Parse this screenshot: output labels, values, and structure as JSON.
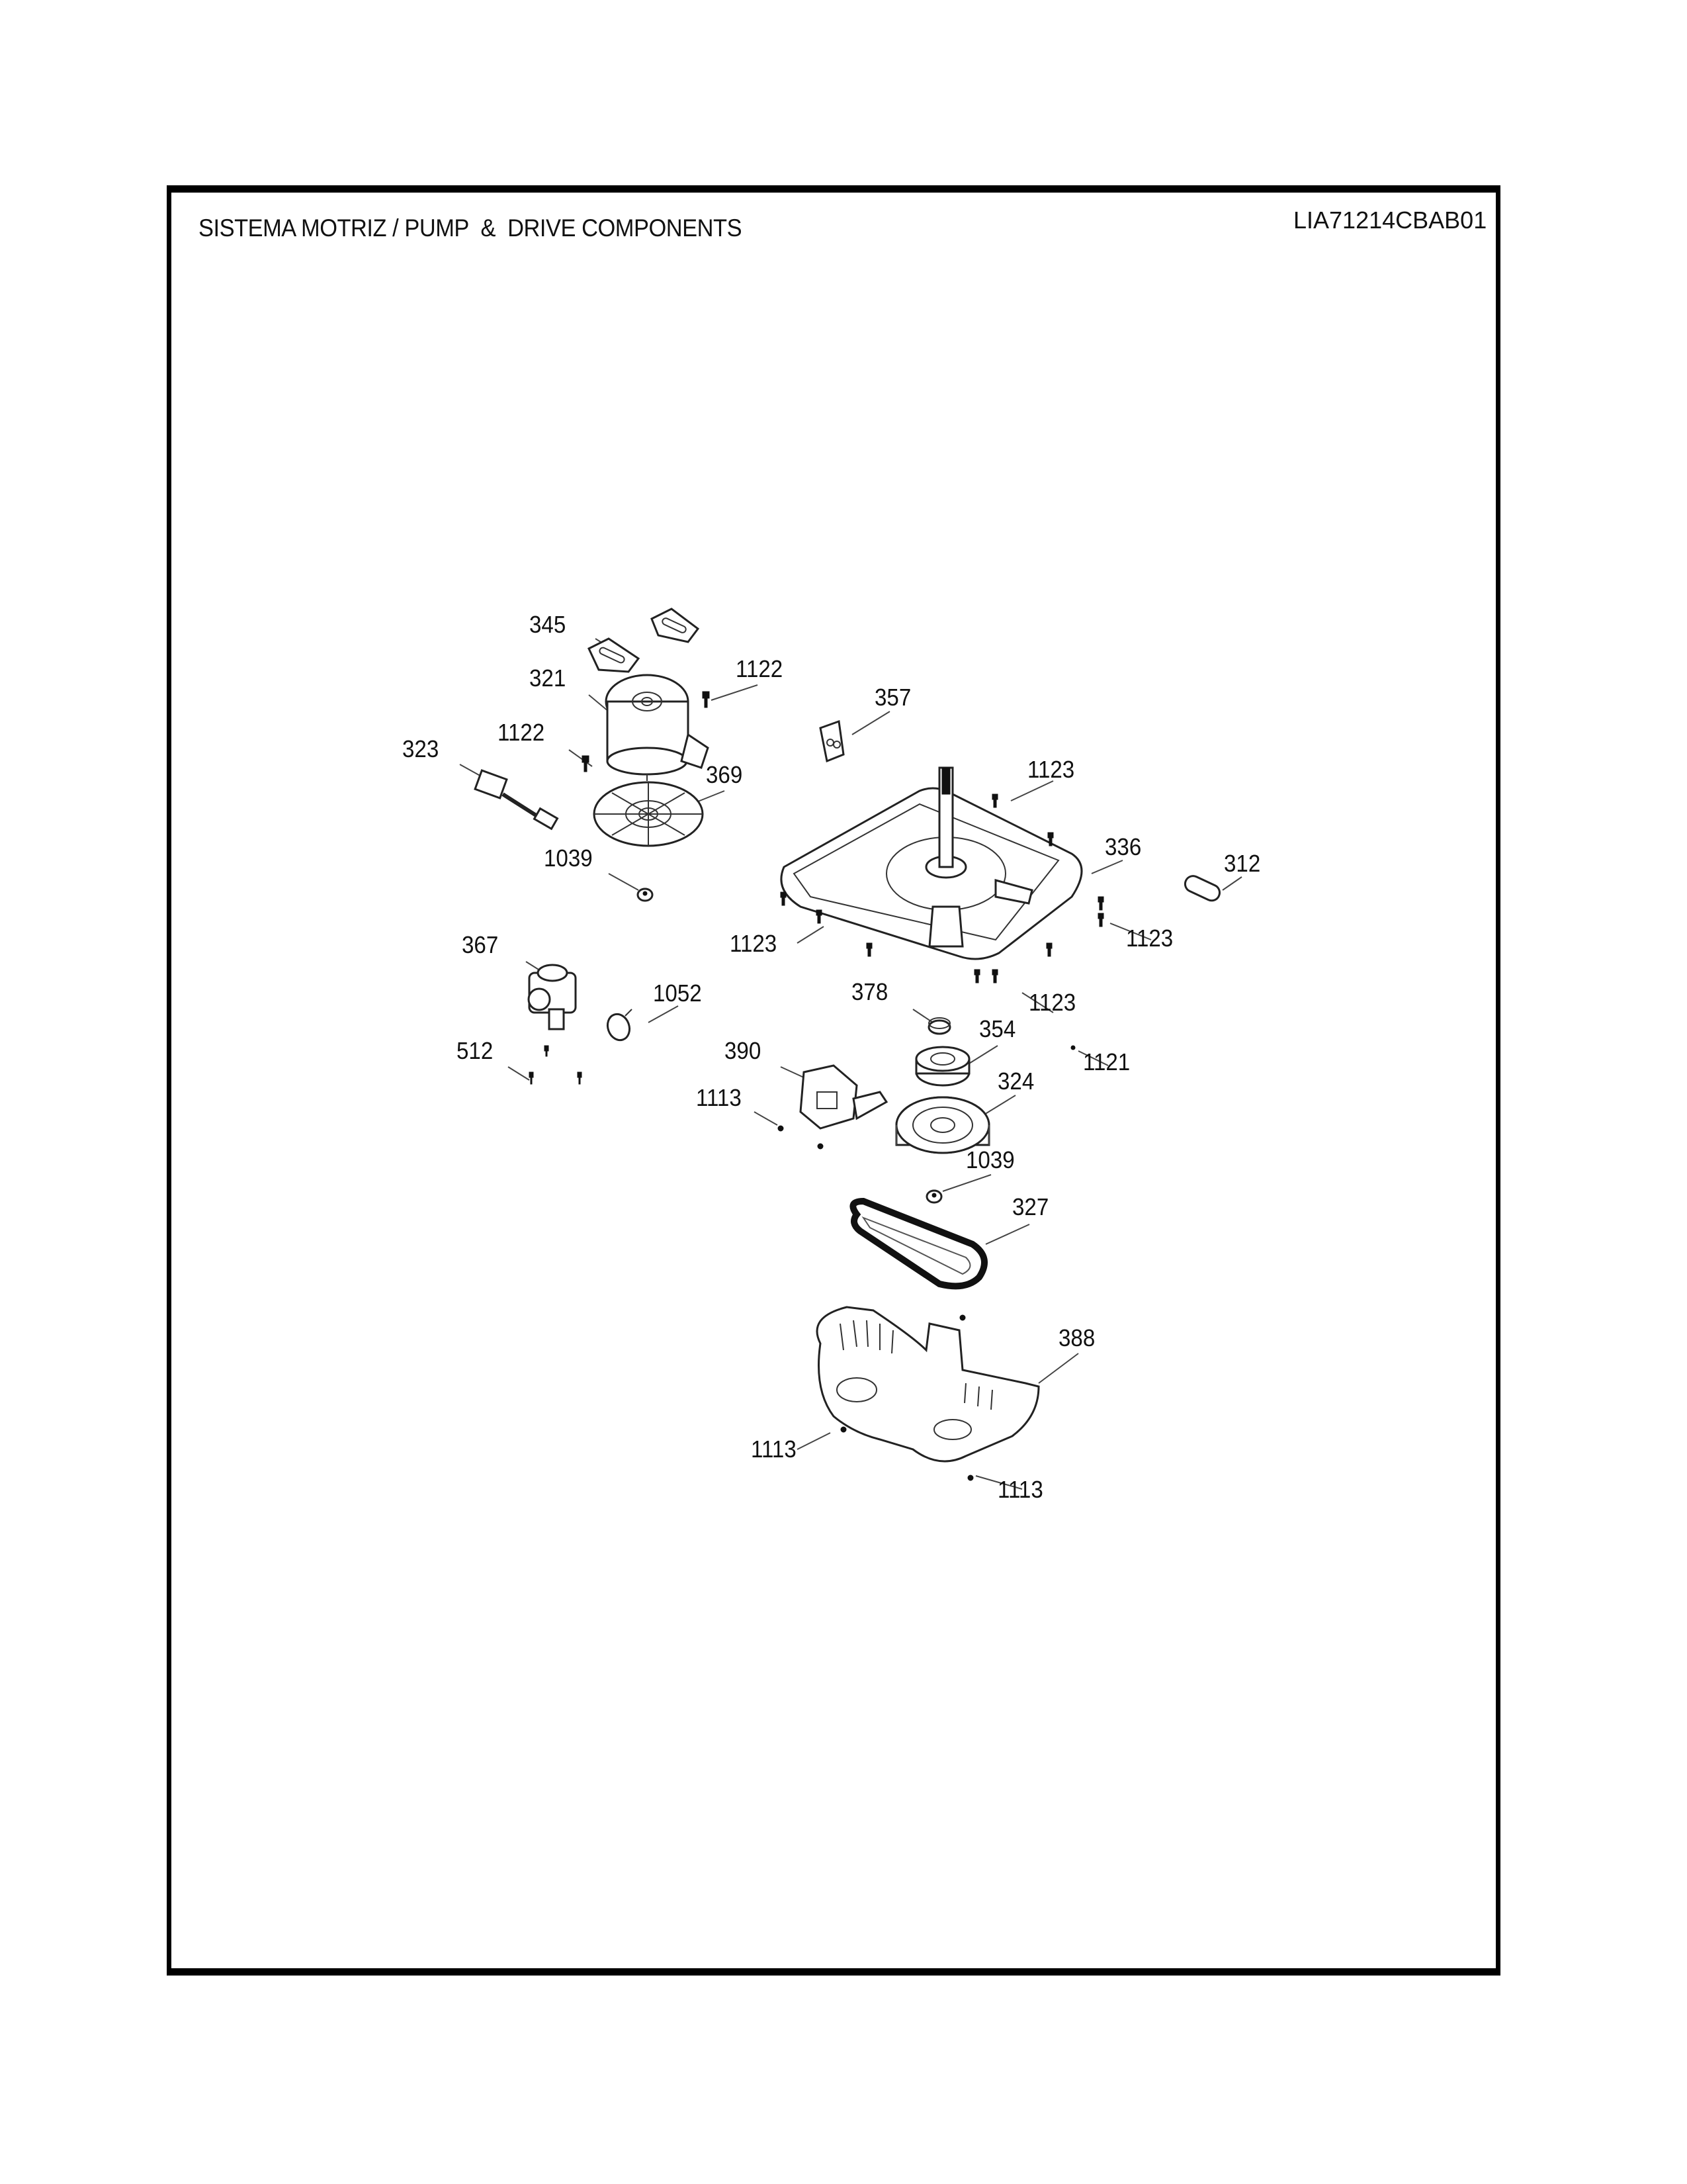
{
  "header": {
    "title": "SISTEMA MOTRIZ / PUMP  &  DRIVE COMPONENTS",
    "model_code": "LIA71214CBAB01"
  },
  "diagram": {
    "type": "exploded-parts-diagram",
    "callouts": [
      {
        "id": "345",
        "part": "motor-mount-pad"
      },
      {
        "id": "321",
        "part": "drive-motor"
      },
      {
        "id": "1122",
        "part": "screw"
      },
      {
        "id": "1122",
        "part": "screw"
      },
      {
        "id": "323",
        "part": "wire-harness-switch"
      },
      {
        "id": "357",
        "part": "bracket"
      },
      {
        "id": "369",
        "part": "motor-fan-pulley"
      },
      {
        "id": "1123",
        "part": "screw"
      },
      {
        "id": "336",
        "part": "transmission-base-plate"
      },
      {
        "id": "312",
        "part": "capacitor"
      },
      {
        "id": "1039",
        "part": "nut"
      },
      {
        "id": "367",
        "part": "drain-pump"
      },
      {
        "id": "1123",
        "part": "screw"
      },
      {
        "id": "1123",
        "part": "screw"
      },
      {
        "id": "1052",
        "part": "hose-clamp"
      },
      {
        "id": "378",
        "part": "bushing"
      },
      {
        "id": "1123",
        "part": "screw"
      },
      {
        "id": "354",
        "part": "clutch-gear"
      },
      {
        "id": "512",
        "part": "screw"
      },
      {
        "id": "390",
        "part": "brake-actuator"
      },
      {
        "id": "1121",
        "part": "screw"
      },
      {
        "id": "324",
        "part": "transmission-pulley"
      },
      {
        "id": "1113",
        "part": "screw"
      },
      {
        "id": "1039",
        "part": "nut"
      },
      {
        "id": "327",
        "part": "drive-belt"
      },
      {
        "id": "388",
        "part": "pulley-cover"
      },
      {
        "id": "1113",
        "part": "screw"
      },
      {
        "id": "1113",
        "part": "screw"
      }
    ]
  }
}
